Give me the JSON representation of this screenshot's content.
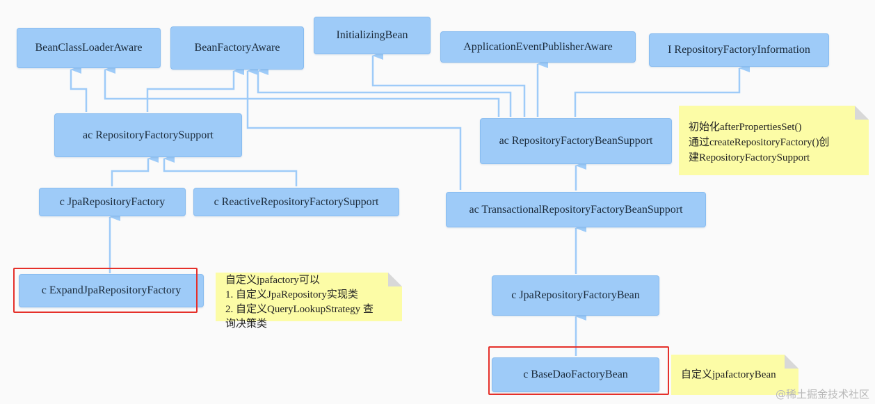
{
  "nodes": {
    "bean_class_loader_aware": "BeanClassLoaderAware",
    "bean_factory_aware": "BeanFactoryAware",
    "initializing_bean": "InitializingBean",
    "application_event_publisher_aware": "ApplicationEventPublisherAware",
    "repository_factory_information": "I RepositoryFactoryInformation",
    "repository_factory_support": "ac RepositoryFactorySupport",
    "repository_factory_bean_support": "ac RepositoryFactoryBeanSupport",
    "jpa_repository_factory": "c JpaRepositoryFactory",
    "reactive_repository_factory_support": "c ReactiveRepositoryFactorySupport",
    "transactional_repository_factory_bean_support": "ac TransactionalRepositoryFactoryBeanSupport",
    "expand_jpa_repository_factory": "c ExpandJpaRepositoryFactory",
    "jpa_repository_factory_bean": "c JpaRepositoryFactoryBean",
    "base_dao_factory_bean": "c BaseDaoFactoryBean"
  },
  "notes": {
    "bean_support_note": [
      "初始化afterPropertiesSet()",
      "通过createRepositoryFactory()创",
      "建RepositoryFactorySupport"
    ],
    "expand_factory_note": [
      "自定义jpafactory可以",
      "1. 自定义JpaRepository实现类",
      "2. 自定义QueryLookupStrategy 查",
      "询决策类"
    ],
    "base_dao_note": [
      "自定义jpafactoryBean"
    ]
  },
  "watermark": "@稀土掘金技术社区",
  "colors": {
    "node_fill": "#9ecbf8",
    "connector": "#9ecbf8",
    "note_fill": "#fcfca6",
    "highlight_border": "#e5302a"
  }
}
